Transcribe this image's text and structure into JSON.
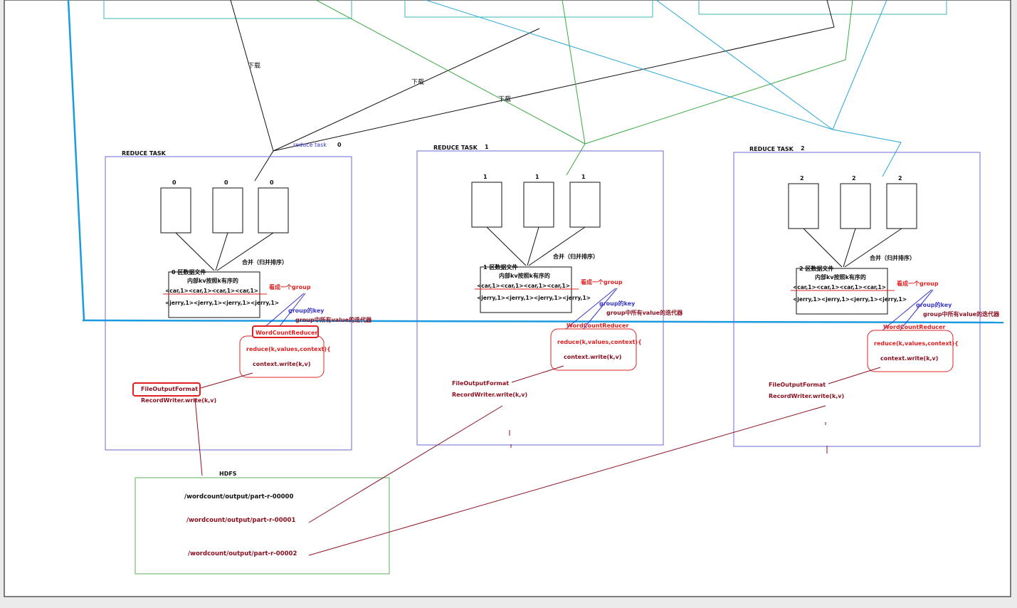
{
  "colors": {
    "black": "#111111",
    "green": "#3aa842",
    "cyan": "#27a6d3",
    "blue_line": "#1a9be0",
    "box_blue": "#6a6ad6",
    "box_green": "#55b055",
    "red": "#e02020",
    "darkred": "#8b1020",
    "label_blue": "#3838c8"
  },
  "labels": {
    "download": "下载",
    "reduce_task_label": "reduce task",
    "reduce_task_num": "0",
    "hdfs": "HDFS"
  },
  "tasks": [
    {
      "title": "REDUCE TASK",
      "num": "",
      "partition_labels": [
        "0",
        "0",
        "0"
      ],
      "merge": "合并（归并排序）",
      "file_header": "0 区数据文件",
      "file_sub": "内部kv按照k有序的",
      "line1": "<car,1><car,1><car,1><car,1>",
      "line2": "<jerry,1><jerry,1><jerry,1><jerry,1>",
      "group_note": "看成一个group",
      "key_note": "group的key",
      "iter_note": "group中所有value的迭代器",
      "reducer": "WordCountReducer",
      "reduce_call": "reduce(k,values,context){",
      "write_call": "context.write(k,v)",
      "output_format": "FileOutputFormat",
      "record_writer": "RecordWriter.write(k,v)"
    },
    {
      "title": "REDUCE TASK",
      "num": "1",
      "partition_labels": [
        "1",
        "1",
        "1"
      ],
      "merge": "合并（归并排序）",
      "file_header": "1 区数据文件",
      "file_sub": "内部kv按照k有序的",
      "line1": "<car,1><car,1><car,1><car,1>",
      "line2": "<jerry,1><jerry,1><jerry,1><jerry,1>",
      "group_note": "看成一个group",
      "key_note": "group的key",
      "iter_note": "group中所有value的迭代器",
      "reducer": "WordCountReducer",
      "reduce_call": "reduce(k,values,context){",
      "write_call": "context.write(k,v)",
      "output_format": "FileOutputFormat",
      "record_writer": "RecordWriter.write(k,v)"
    },
    {
      "title": "REDUCE TASK",
      "num": "2",
      "partition_labels": [
        "2",
        "2",
        "2"
      ],
      "merge": "合并（归并排序）",
      "file_header": "2 区数据文件",
      "file_sub": "内部kv按照k有序的",
      "line1": "<car,1><car,1><car,1><car,1>",
      "line2": "<jerry,1><jerry,1><jerry,1><jerry,1>",
      "group_note": "看成一个group",
      "key_note": "group的key",
      "iter_note": "group中所有value的迭代器",
      "reducer": "WordCountReducer",
      "reduce_call": "reduce(k,values,context){",
      "write_call": "context.write(k,v)",
      "output_format": "FileOutputFormat",
      "record_writer": "RecordWriter.write(k,v)"
    }
  ],
  "hdfs_files": [
    "/wordcount/output/part-r-00000",
    "/wordcount/output/part-r-00001",
    "/wordcount/output/part-r-00002"
  ]
}
